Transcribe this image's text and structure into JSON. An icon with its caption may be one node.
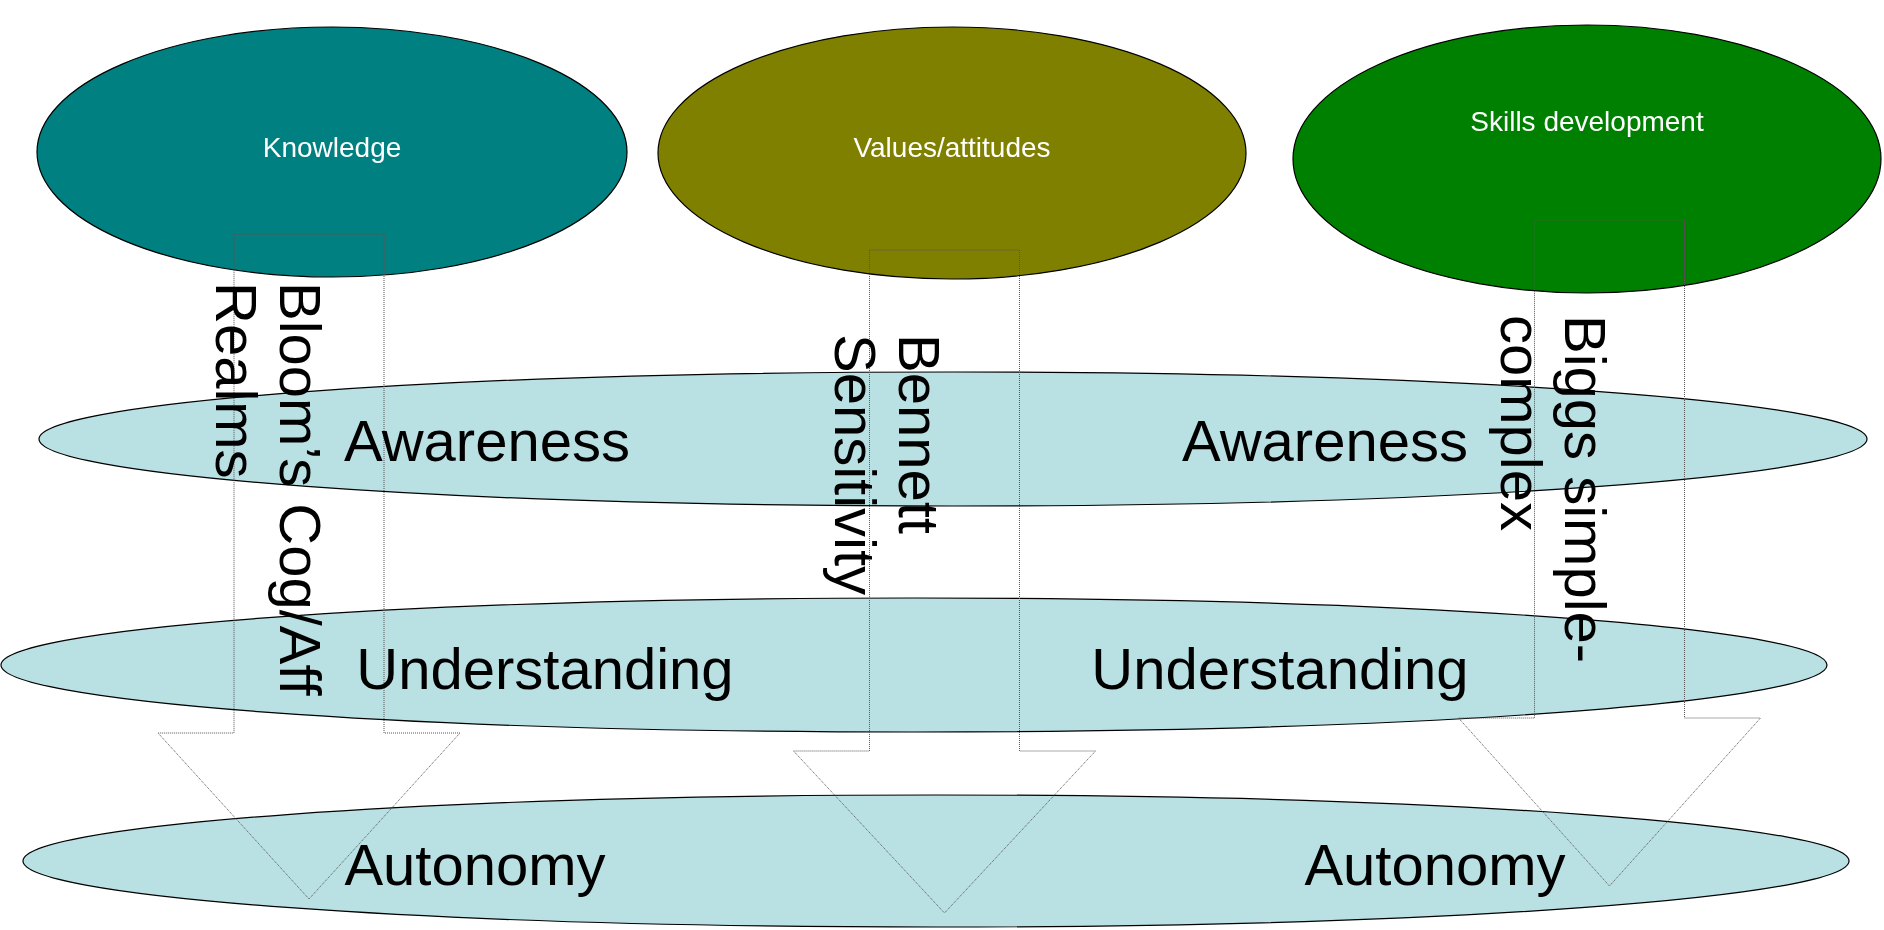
{
  "diagram": {
    "nodes": [
      {
        "text": [
          "Knowledge"
        ]
      },
      {
        "text": [
          "Values/attitudes"
        ]
      },
      {
        "text": [
          "Skills development"
        ]
      },
      {
        "text": [
          "Awareness",
          "Awareness"
        ]
      },
      {
        "text": [
          "Understanding",
          "Understanding"
        ]
      },
      {
        "text": [
          "Autonomy",
          "Autonomy"
        ]
      }
    ],
    "edges": [
      {
        "from": 0,
        "to": 5,
        "arrow": "to",
        "label": "Bloom’s Cog/Aff Realms"
      },
      {
        "from": 1,
        "to": 5,
        "arrow": "to",
        "label": "Bennett Sensitivity"
      },
      {
        "from": 2,
        "to": 5,
        "arrow": "to",
        "label": "Biggs simple-complex"
      }
    ]
  }
}
